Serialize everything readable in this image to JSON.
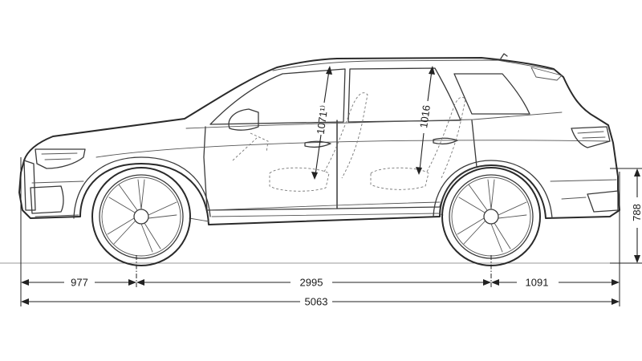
{
  "dimensions": {
    "front_overhang": "977",
    "wheelbase": "2995",
    "rear_overhang": "1091",
    "overall_length": "5063",
    "height": "788",
    "front_headroom": "1071¹⁾",
    "rear_headroom": "1016"
  }
}
